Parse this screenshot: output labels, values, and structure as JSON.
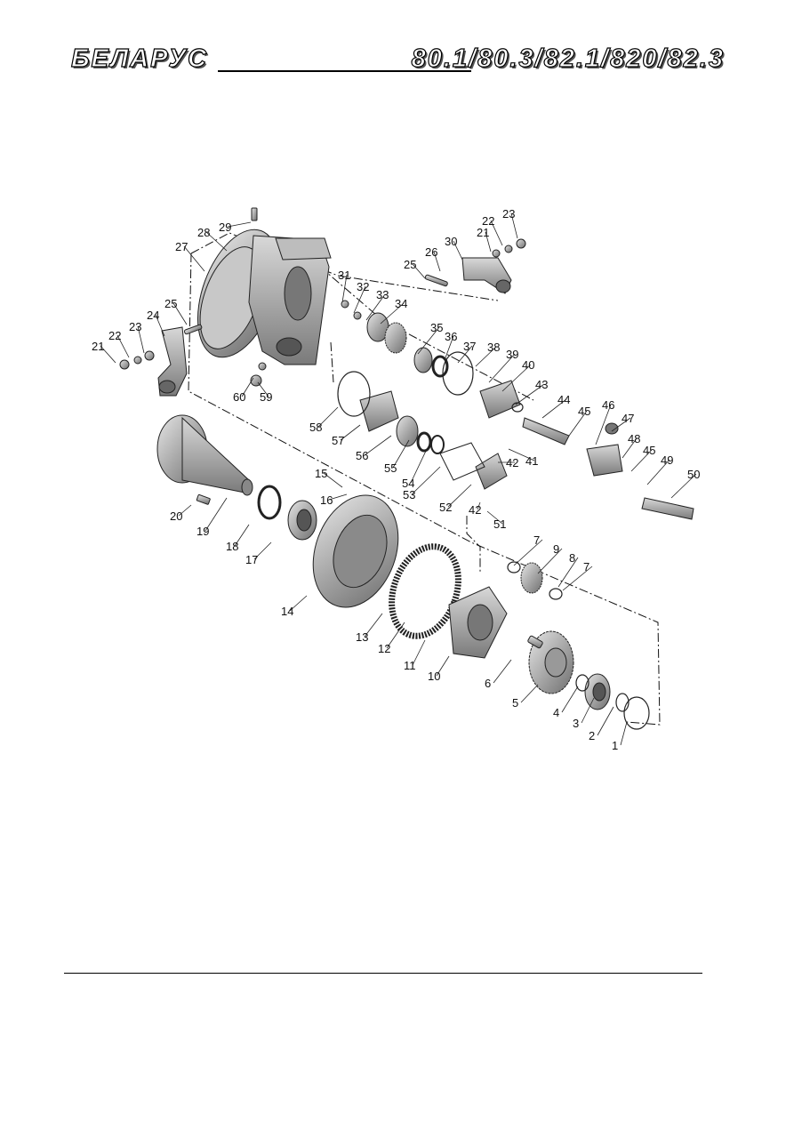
{
  "header": {
    "brand": "БЕЛАРУС",
    "models": "80.1/80.3/82.1/820/82.3"
  },
  "callouts": [
    "1",
    "2",
    "3",
    "4",
    "5",
    "6",
    "7",
    "8",
    "9",
    "10",
    "11",
    "12",
    "13",
    "14",
    "15",
    "16",
    "17",
    "18",
    "19",
    "20",
    "21",
    "22",
    "23",
    "24",
    "25",
    "26",
    "27",
    "28",
    "29",
    "30",
    "31",
    "32",
    "33",
    "34",
    "35",
    "36",
    "37",
    "38",
    "39",
    "40",
    "41",
    "42",
    "43",
    "44",
    "45",
    "46",
    "47",
    "48",
    "49",
    "50",
    "51",
    "52",
    "53",
    "54",
    "55",
    "56",
    "57",
    "58",
    "59",
    "60"
  ]
}
